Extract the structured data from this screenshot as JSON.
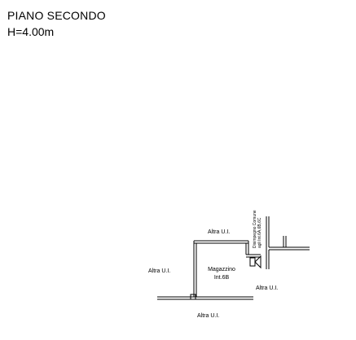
{
  "header": {
    "floor": "PIANO SECONDO",
    "height": "H=4.00m"
  },
  "plan": {
    "labels": {
      "altra_top": "Altra U.I.",
      "altra_left": "Altra U.I.",
      "altra_right": "Altra U.I.",
      "altra_bottom": "Altra U.I.",
      "unit_line1": "Magazzino",
      "unit_line2": "Int.6B",
      "stair_line1": "Disimpegno Comune",
      "stair_line2": "agli Int.6A,6B,6C"
    }
  }
}
